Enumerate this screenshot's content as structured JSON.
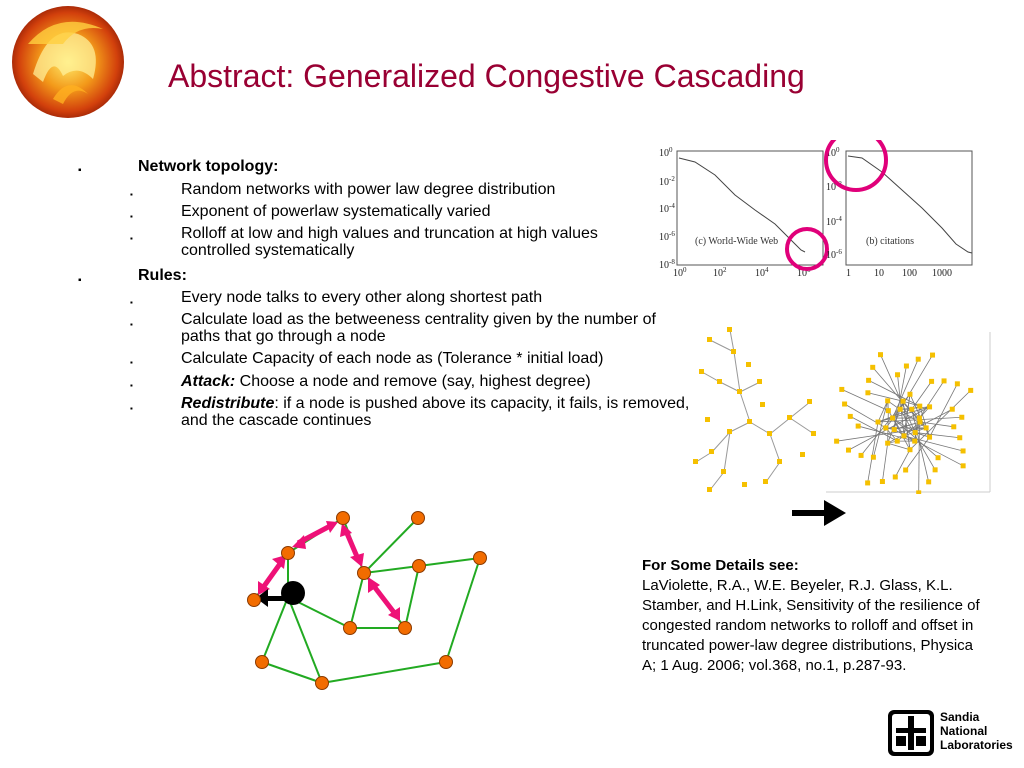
{
  "slide": {
    "title": "Abstract: Generalized Congestive Cascading",
    "sections": [
      {
        "heading": "Network topology:",
        "items": [
          {
            "text": "Random networks with power law degree distribution"
          },
          {
            "text": "Exponent of powerlaw systematically varied"
          },
          {
            "text": "Rolloff at low and high values and truncation at high values controlled systematically"
          }
        ]
      },
      {
        "heading": "Rules:",
        "items": [
          {
            "text": "Every node talks to every other along shortest path"
          },
          {
            "text": "Calculate load as the betweeness centrality given by the number of paths that go through a node"
          },
          {
            "text": "Calculate Capacity of each node as (Tolerance * initial load)"
          },
          {
            "emph": "Attack:",
            "text": " Choose a node and remove (say, highest degree)"
          },
          {
            "emph": "Redistribute",
            "text": ": if a node is pushed above its capacity, it fails, is removed, and the cascade continues"
          }
        ]
      }
    ],
    "reference": {
      "heading": "For Some Details see:",
      "body": "LaViolette, R.A., W.E. Beyeler, R.J. Glass, K.L. Stamber, and H.Link, Sensitivity of the resilience of congested random networks to rolloff and offset in truncated power-law degree distributions, Physica A; 1 Aug. 2006; vol.368, no.1, p.287-93."
    },
    "plots": {
      "left": {
        "label": "(c) World-Wide Web",
        "y_ticks": [
          "10",
          "10",
          "10",
          "10",
          "10"
        ],
        "y_exps": [
          "0",
          "-2",
          "-4",
          "-6",
          "-8"
        ],
        "x_ticks": [
          "10",
          "10",
          "10",
          "10"
        ],
        "x_exps": [
          "0",
          "2",
          "4",
          "6"
        ]
      },
      "right": {
        "label": "(b) citations",
        "y_ticks": [
          "10",
          "10",
          "10",
          "10"
        ],
        "y_exps": [
          "0",
          "-2",
          "-4",
          "-6"
        ],
        "x_ticks": [
          "1",
          "10",
          "100",
          "1000"
        ]
      }
    },
    "logo": {
      "org_lines": [
        "Sandia",
        "National",
        "Laboratories"
      ]
    },
    "colors": {
      "title": "#990033",
      "node": "#f26c00",
      "edge": "#22aa22",
      "arrow": "#ee1177",
      "highlight": "#e0007a",
      "network_node": "#f5c000"
    }
  }
}
